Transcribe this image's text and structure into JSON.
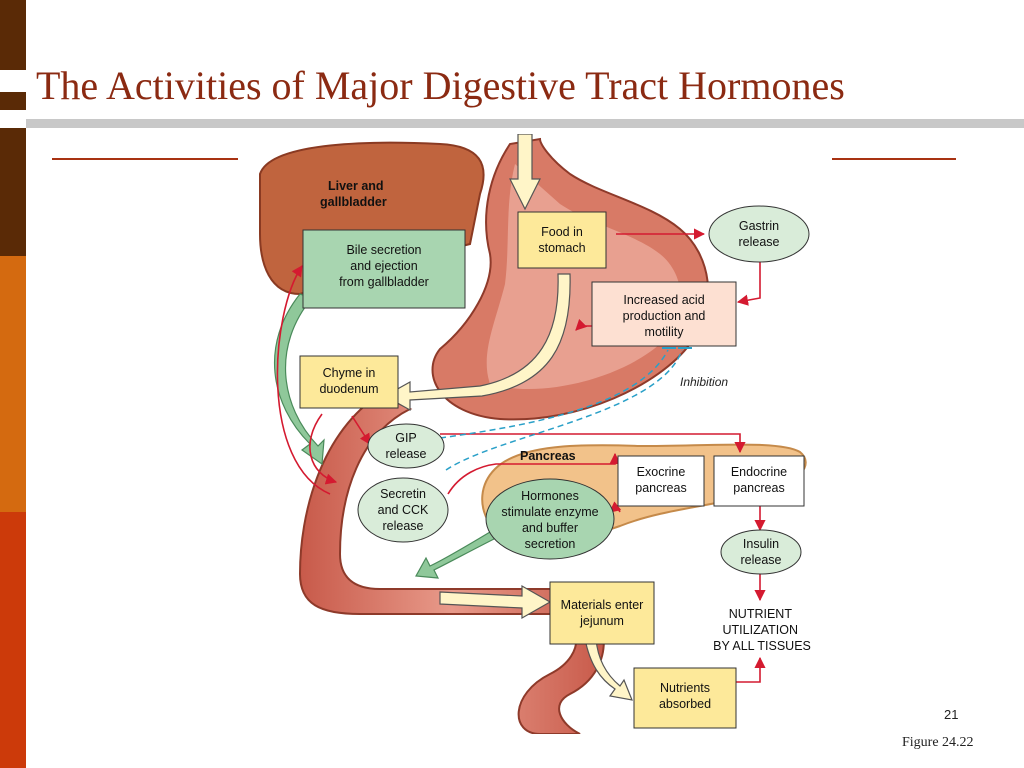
{
  "slide": {
    "title": "The Activities of Major Digestive Tract Hormones",
    "number": "21",
    "figure_caption": "Figure 24.22"
  },
  "colors": {
    "title": "#8b2a12",
    "sidebar_dark": "#5a2a06",
    "sidebar_orange": "#d46a10",
    "sidebar_red": "#cc3a0a",
    "box_yellow": "#fde99a",
    "box_green": "#a8d5b0",
    "box_peach": "#fde0d2",
    "oval_green": "#d9ecd9",
    "arrow_red": "#d41a30",
    "inhibition_blue": "#2aa0c8"
  },
  "diagram": {
    "organ_labels": {
      "liver": [
        "Liver and",
        "gallbladder"
      ],
      "pancreas": "Pancreas"
    },
    "boxes": {
      "bile": [
        "Bile secretion",
        "and ejection",
        "from gallbladder"
      ],
      "food": [
        "Food in",
        "stomach"
      ],
      "acid": [
        "Increased acid",
        "production and",
        "motility"
      ],
      "chyme": [
        "Chyme in",
        "duodenum"
      ],
      "exocrine": [
        "Exocrine",
        "pancreas"
      ],
      "endocrine": [
        "Endocrine",
        "pancreas"
      ],
      "jejunum": [
        "Materials enter",
        "jejunum"
      ],
      "nutrients": [
        "Nutrients",
        "absorbed"
      ]
    },
    "ovals": {
      "gastrin": [
        "Gastrin",
        "release"
      ],
      "gip": [
        "GIP",
        "release"
      ],
      "secretin": [
        "Secretin",
        "and CCK",
        "release"
      ],
      "hormones": [
        "Hormones",
        "stimulate enzyme",
        "and buffer",
        "secretion"
      ],
      "insulin": [
        "Insulin",
        "release"
      ]
    },
    "inhibition_label": "Inhibition",
    "nutrient_text": [
      "NUTRIENT",
      "UTILIZATION",
      "BY ALL TISSUES"
    ]
  }
}
